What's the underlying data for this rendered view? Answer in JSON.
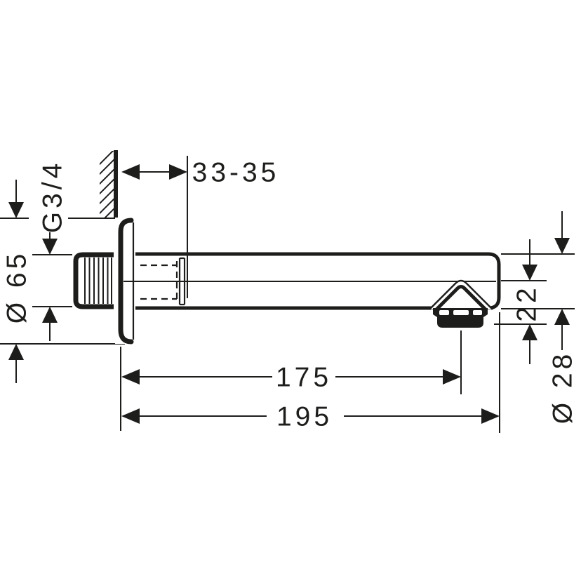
{
  "drawing": {
    "colors": {
      "ink": "#1d1d1b",
      "background": "#ffffff"
    },
    "dimensions": {
      "thread_size": "G3/4",
      "flange_diameter": "Ø 65",
      "wall_distance": "33-35",
      "spout_length_to_aerator": "175",
      "spout_length_overall": "195",
      "aerator_drop_height": "22",
      "spout_diameter": "Ø 28"
    }
  }
}
